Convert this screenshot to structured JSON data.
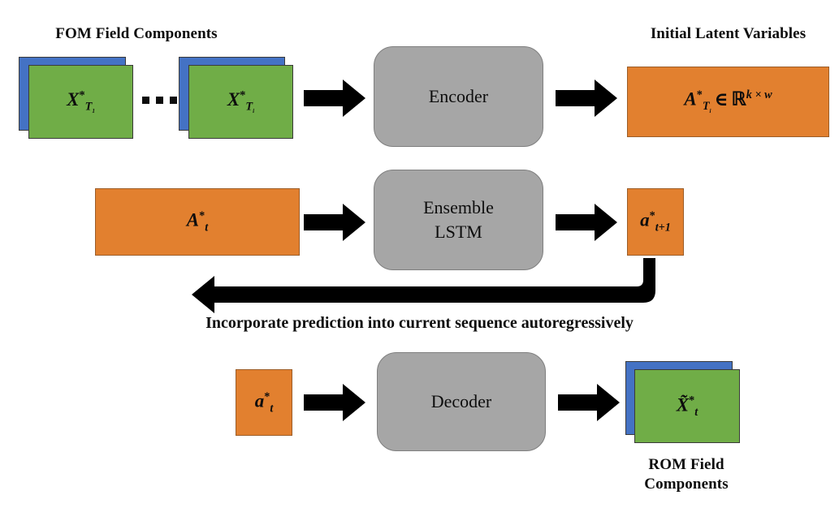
{
  "diagram": {
    "title_top_left": "FOM Field Components",
    "title_top_right": "Initial Latent Variables",
    "title_bottom_right": "ROM Field\nComponents",
    "loop_caption": "Incorporate prediction into current sequence autoregressively",
    "ellipsis": "•••"
  },
  "colors": {
    "blue_plate": "#4472C4",
    "green_plate": "#70AD47",
    "orange_box": "#E2802F",
    "orange_border": "#9B5D28",
    "gray_box": "#A6A6A6",
    "gray_border": "#7F7F7F",
    "arrow": "#000000",
    "text": "#0D0D0D"
  },
  "row_encoder": {
    "input_first": {
      "base": "X",
      "superscript": "*",
      "subscript": "T",
      "subsubscript": "1"
    },
    "input_last": {
      "base": "X",
      "superscript": "*",
      "subscript": "T",
      "subsubscript": "i"
    },
    "process_label": "Encoder",
    "output": {
      "base": "A",
      "superscript": "*",
      "subscript": "T",
      "subsubscript": "i",
      "operator": "∈",
      "space": "ℝ",
      "exponent": "k × w"
    }
  },
  "row_lstm": {
    "input": {
      "base": "A",
      "superscript": "*",
      "subscript": "t"
    },
    "process_label": "Ensemble\nLSTM",
    "output": {
      "base": "a",
      "superscript": "*",
      "subscript": "t+1"
    }
  },
  "row_decoder": {
    "input": {
      "base": "a",
      "superscript": "*",
      "subscript": "t"
    },
    "process_label": "Decoder",
    "output": {
      "base": "X̃",
      "superscript": "*",
      "subscript": "t"
    }
  }
}
